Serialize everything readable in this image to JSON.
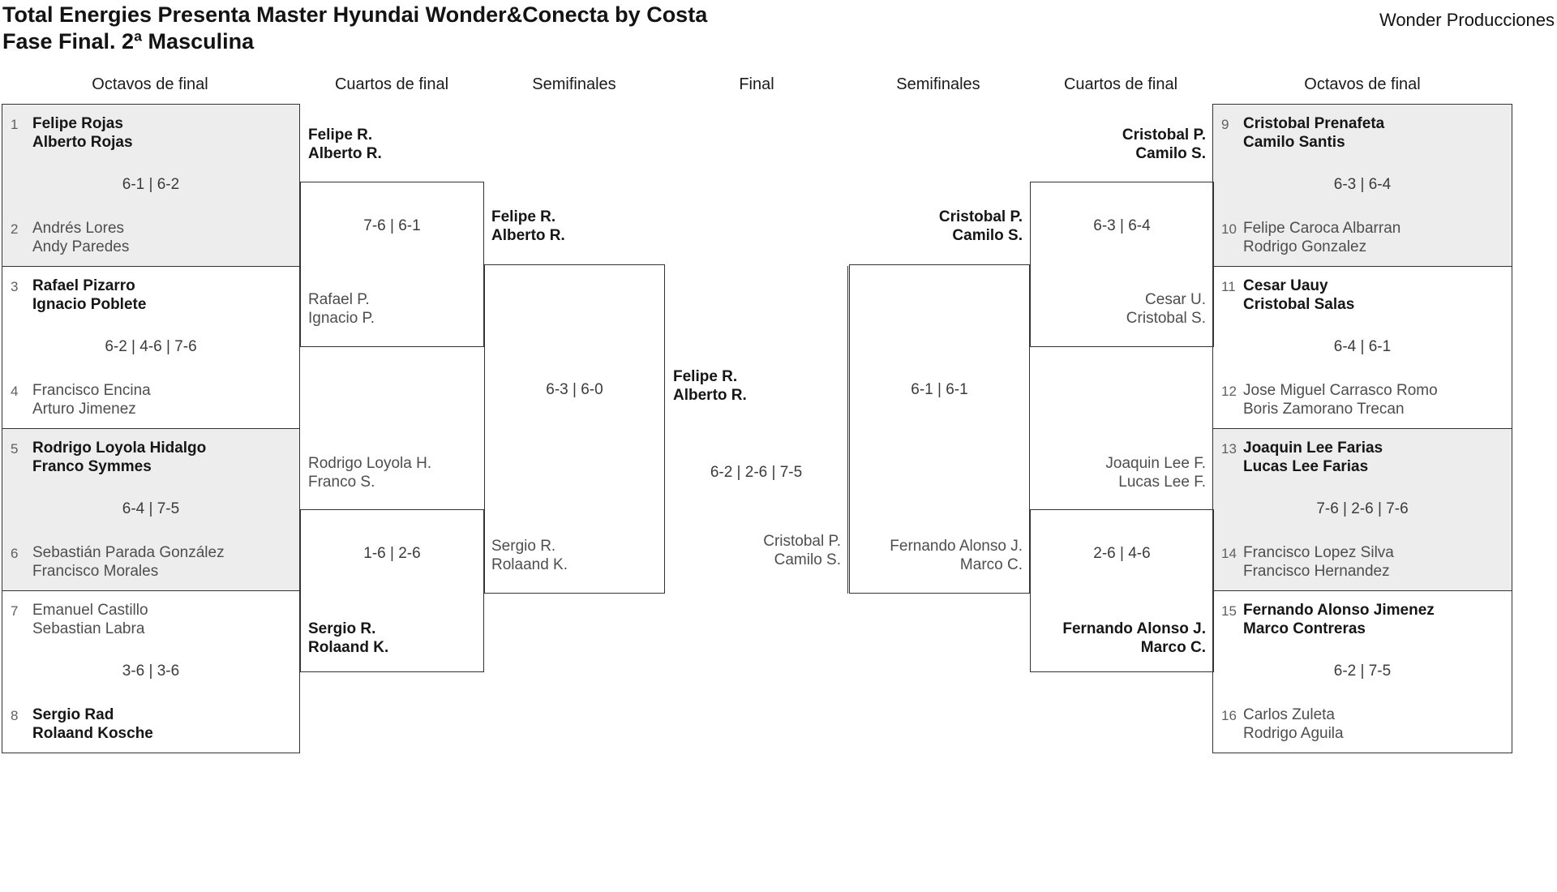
{
  "title": {
    "line1": "Total Energies Presenta Master Hyundai Wonder&Conecta by Costa",
    "line2": "Fase Final. 2ª Masculina"
  },
  "organizer": "Wonder Producciones",
  "round_headers": {
    "left_r16": "Octavos de final",
    "left_qf": "Cuartos de final",
    "left_sf": "Semifinales",
    "final": "Final",
    "right_sf": "Semifinales",
    "right_qf": "Cuartos de final",
    "right_r16": "Octavos de final"
  },
  "colors": {
    "shaded_match": "#ededed",
    "bracket_line": "#333333",
    "winner_text": "#161616",
    "loser_text": "#4e4e4e",
    "score_text": "#3b3b3b",
    "seed_text": "#606060"
  },
  "r16_left": [
    {
      "seed_top": "1",
      "top1": "Felipe Rojas",
      "top2": "Alberto Rojas",
      "score": "6-1 | 6-2",
      "seed_bottom": "2",
      "bottom1": "Andrés Lores",
      "bottom2": "Andy Paredes"
    },
    {
      "seed_top": "3",
      "top1": "Rafael Pizarro",
      "top2": "Ignacio Poblete",
      "score": "6-2 | 4-6 | 7-6",
      "seed_bottom": "4",
      "bottom1": "Francisco Encina",
      "bottom2": "Arturo Jimenez"
    },
    {
      "seed_top": "5",
      "top1": "Rodrigo Loyola Hidalgo",
      "top2": "Franco Symmes",
      "score": "6-4 | 7-5",
      "seed_bottom": "6",
      "bottom1": "Sebastián Parada González",
      "bottom2": "Francisco Morales"
    },
    {
      "seed_top": "7",
      "top1": "Emanuel Castillo",
      "top2": "Sebastian Labra",
      "score": "3-6 | 3-6",
      "seed_bottom": "8",
      "bottom1": "Sergio Rad",
      "bottom2": "Rolaand Kosche"
    }
  ],
  "r16_right": [
    {
      "seed_top": "9",
      "top1": "Cristobal Prenafeta",
      "top2": "Camilo Santis",
      "score": "6-3 | 6-4",
      "seed_bottom": "10",
      "bottom1": "Felipe Caroca Albarran",
      "bottom2": "Rodrigo Gonzalez"
    },
    {
      "seed_top": "11",
      "top1": "Cesar Uauy",
      "top2": "Cristobal Salas",
      "score": "6-4 | 6-1",
      "seed_bottom": "12",
      "bottom1": "Jose Miguel Carrasco Romo",
      "bottom2": "Boris Zamorano Trecan"
    },
    {
      "seed_top": "13",
      "top1": "Joaquin Lee Farias",
      "top2": "Lucas Lee Farias",
      "score": "7-6 | 2-6 | 7-6",
      "seed_bottom": "14",
      "bottom1": "Francisco Lopez Silva",
      "bottom2": "Francisco Hernandez"
    },
    {
      "seed_top": "15",
      "top1": "Fernando Alonso Jimenez",
      "top2": "Marco Contreras",
      "score": "6-2 | 7-5",
      "seed_bottom": "16",
      "bottom1": "Carlos Zuleta",
      "bottom2": "Rodrigo Aguila"
    }
  ],
  "qf_left": [
    {
      "top1": "Felipe R.",
      "top2": "Alberto R.",
      "score": "7-6 | 6-1",
      "bottom1": "Rafael P.",
      "bottom2": "Ignacio P."
    },
    {
      "top1": "Rodrigo Loyola H.",
      "top2": "Franco S.",
      "score": "1-6 | 2-6",
      "bottom1": "Sergio R.",
      "bottom2": "Rolaand K."
    }
  ],
  "qf_right": [
    {
      "top1": "Cristobal P.",
      "top2": "Camilo S.",
      "score": "6-3 | 6-4",
      "bottom1": "Cesar U.",
      "bottom2": "Cristobal S."
    },
    {
      "top1": "Joaquin Lee F.",
      "top2": "Lucas Lee F.",
      "score": "2-6 | 4-6",
      "bottom1": "Fernando Alonso J.",
      "bottom2": "Marco C."
    }
  ],
  "sf_left": {
    "top1": "Felipe R.",
    "top2": "Alberto R.",
    "score": "6-3 | 6-0",
    "bottom1": "Sergio R.",
    "bottom2": "Rolaand K."
  },
  "sf_right": {
    "top1": "Cristobal P.",
    "top2": "Camilo S.",
    "score": "6-1 | 6-1",
    "bottom1": "Fernando Alonso J.",
    "bottom2": "Marco C."
  },
  "final": {
    "top1": "Felipe R.",
    "top2": "Alberto R.",
    "score": "6-2 | 2-6 | 7-5",
    "bottom1": "Cristobal P.",
    "bottom2": "Camilo S."
  }
}
